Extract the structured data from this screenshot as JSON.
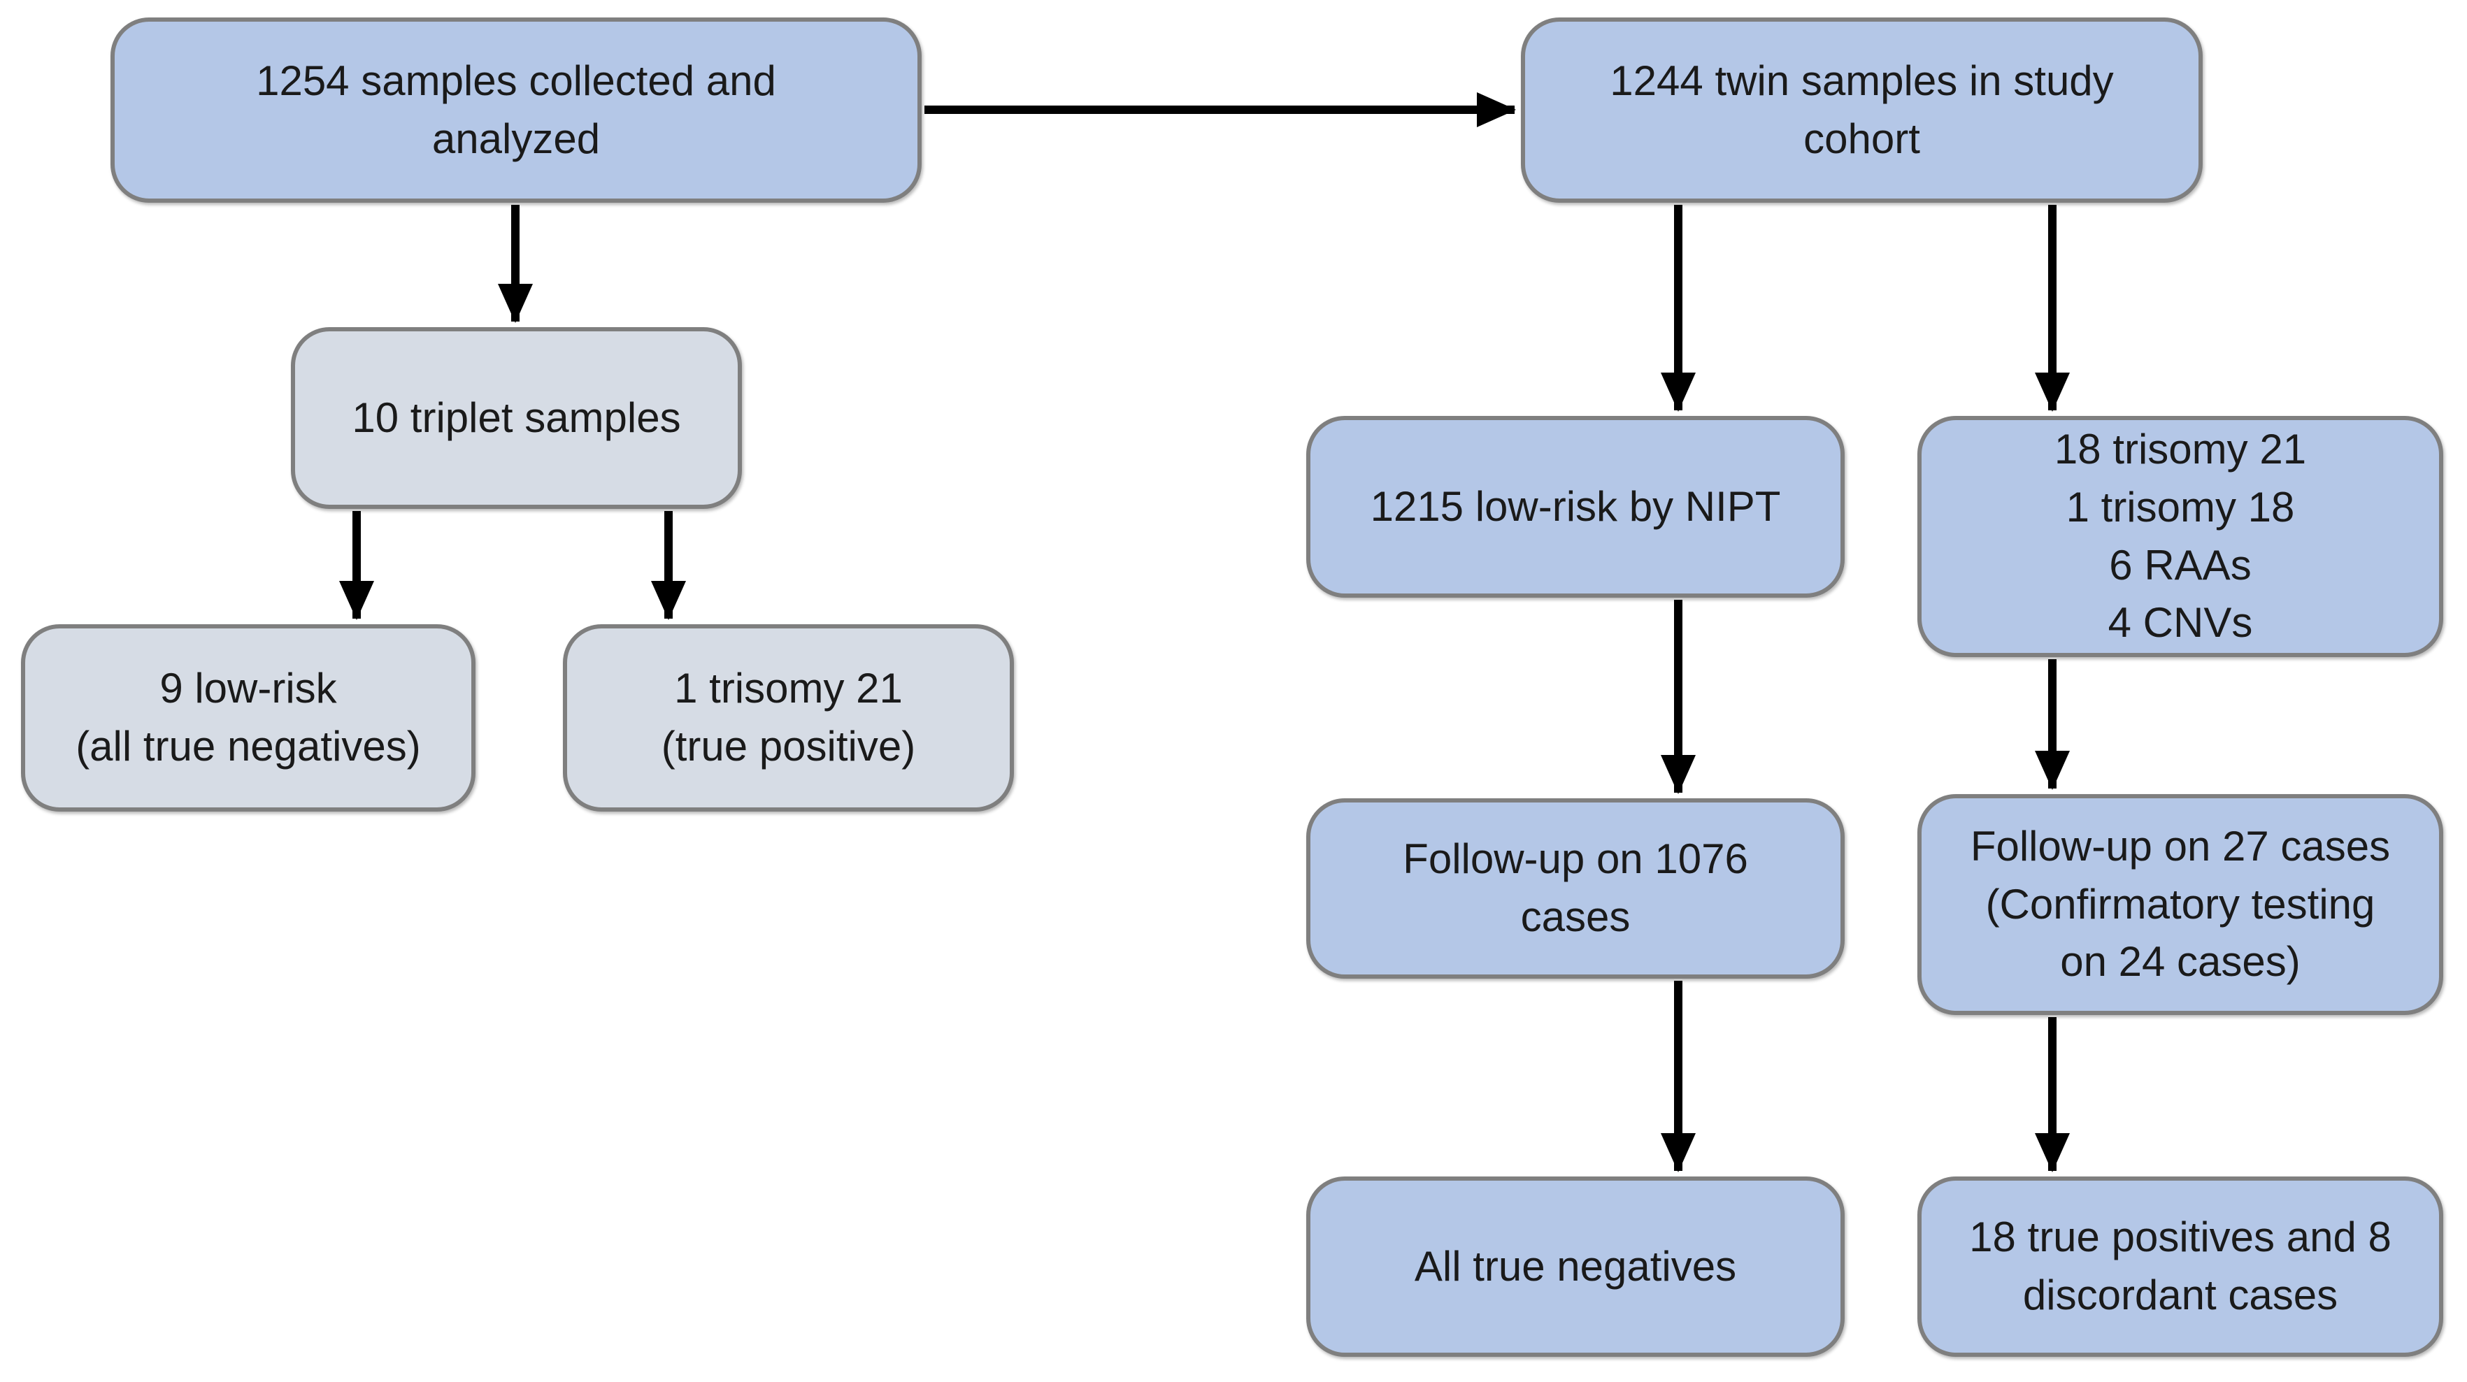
{
  "colors": {
    "node_blue": "#b4c7e7",
    "node_gray": "#d6dce5",
    "border_gray": "#7f7f7f",
    "arrow_black": "#000000",
    "page_bg": "#ffffff",
    "text_color": "#1a1a1a"
  },
  "diagram": {
    "type": "flowchart",
    "nodes": {
      "samples_collected": {
        "text": "1254 samples collected and\nanalyzed",
        "style": "blue"
      },
      "twin_cohort": {
        "text": "1244 twin samples in study\ncohort",
        "style": "blue"
      },
      "triplet_samples": {
        "text": "10 triplet samples",
        "style": "gray"
      },
      "triplet_low_risk": {
        "text": "9 low-risk\n(all true negatives)",
        "style": "gray"
      },
      "triplet_trisomy21": {
        "text": "1 trisomy 21\n(true positive)",
        "style": "gray"
      },
      "low_risk_nipt": {
        "text": "1215 low-risk by NIPT",
        "style": "blue"
      },
      "high_risk_findings": {
        "text": "18 trisomy 21\n1 trisomy 18\n6 RAAs\n4 CNVs",
        "style": "blue"
      },
      "followup_1076": {
        "text": "Follow-up on 1076\ncases",
        "style": "blue"
      },
      "followup_27": {
        "text": "Follow-up on 27 cases\n(Confirmatory testing\non 24 cases)",
        "style": "blue"
      },
      "all_true_negatives": {
        "text": "All true negatives",
        "style": "blue"
      },
      "true_positives_discordant": {
        "text": "18 true positives and 8\ndiscordant cases",
        "style": "blue"
      }
    },
    "edges": [
      {
        "from": "samples_collected",
        "to": "twin_cohort"
      },
      {
        "from": "samples_collected",
        "to": "triplet_samples"
      },
      {
        "from": "triplet_samples",
        "to": "triplet_low_risk"
      },
      {
        "from": "triplet_samples",
        "to": "triplet_trisomy21"
      },
      {
        "from": "twin_cohort",
        "to": "low_risk_nipt"
      },
      {
        "from": "twin_cohort",
        "to": "high_risk_findings"
      },
      {
        "from": "low_risk_nipt",
        "to": "followup_1076"
      },
      {
        "from": "high_risk_findings",
        "to": "followup_27"
      },
      {
        "from": "followup_1076",
        "to": "all_true_negatives"
      },
      {
        "from": "followup_27",
        "to": "true_positives_discordant"
      }
    ]
  }
}
